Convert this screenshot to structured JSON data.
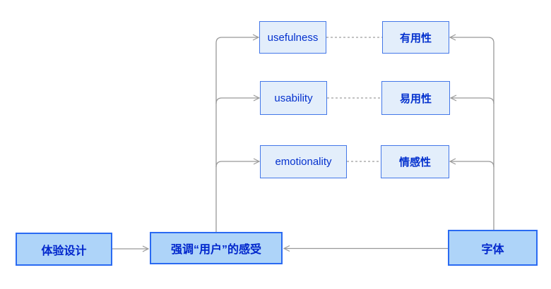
{
  "diagram": {
    "background": "#ffffff",
    "palette": {
      "light_fill": "#e3eefb",
      "light_border": "#4377e8",
      "strong_fill": "#aed4f9",
      "strong_border": "#2a6af2",
      "text_color": "#0431ce",
      "bottom_text_color": "#0026cc",
      "line_color": "#999999"
    },
    "attribute_pairs": [
      {
        "en": "usefulness",
        "zh": "有用性"
      },
      {
        "en": "usability",
        "zh": "易用性"
      },
      {
        "en": "emotionality",
        "zh": "情感性"
      }
    ],
    "bottom_nodes": {
      "experience_design": "体验设计",
      "emphasize_user_feeling": "强调“用户”的感受",
      "font": "字体"
    },
    "connections": {
      "solid_arrows": [
        "体验设计 → 强调“用户”的感受",
        "字体 → 强调“用户”的感受",
        "强调“用户”的感受 → usefulness",
        "强调“用户”的感受 → usability",
        "强调“用户”的感受 → emotionality",
        "字体 → 有用性",
        "字体 → 易用性",
        "字体 → 情感性"
      ],
      "dashed_links": [
        "usefulness ⋯ 有用性",
        "usability ⋯ 易用性",
        "emotionality ⋯ 情感性"
      ]
    }
  }
}
